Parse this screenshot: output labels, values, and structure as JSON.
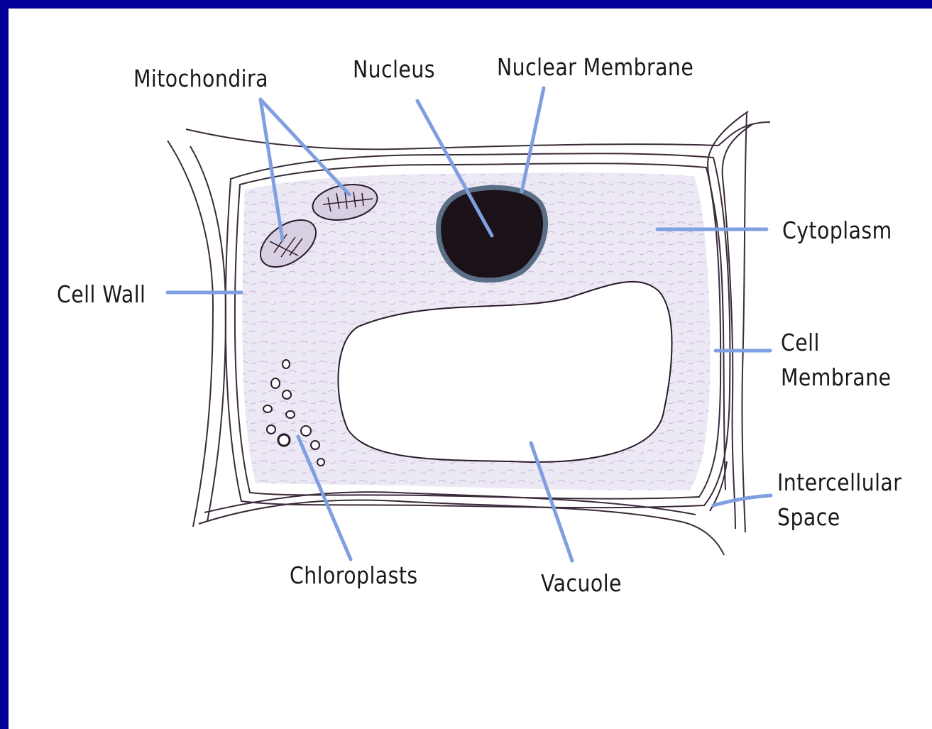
{
  "labels": {
    "mitochondria": "Mitochondira",
    "nucleus": "Nucleus",
    "nuclear_membrane": "Nuclear Membrane",
    "cytoplasm": "Cytoplasm",
    "cell_wall": "Cell Wall",
    "cell_membrane": "Cell\nMembrane",
    "intercellular_space": "Intercellular\nSpace",
    "chloroplasts": "Chloroplasts",
    "vacuole": "Vacuole"
  },
  "colors": {
    "background": "#000099",
    "canvas": "#ffffff",
    "leader_lines": "#7f9fe0",
    "outline": "#3a2a3a",
    "cytoplasm_fill": "#ece8f4",
    "nucleus_fill": "#1a1218",
    "nuclear_membrane": "#5a6e86"
  }
}
